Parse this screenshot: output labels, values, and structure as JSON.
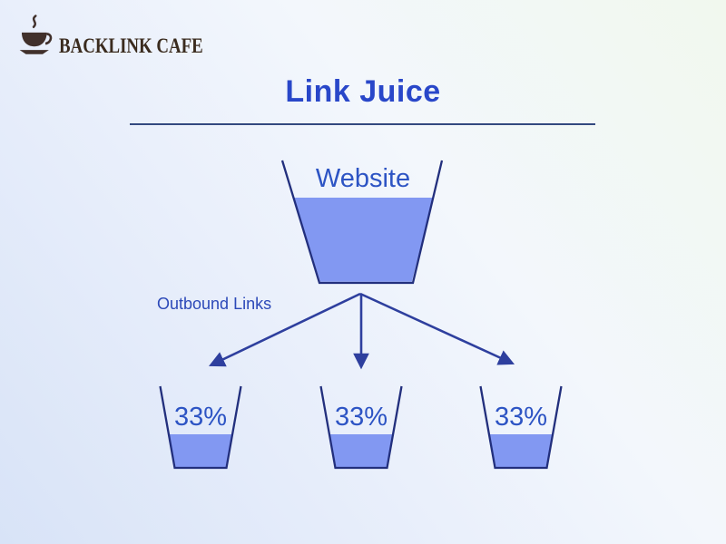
{
  "brand": {
    "name": "BACKLINK CAFE"
  },
  "title": {
    "text": "Link Juice"
  },
  "diagram": {
    "source_cup": {
      "label": "Website",
      "fill_percent": 70
    },
    "outbound_label": "Outbound Links",
    "target_cups": [
      {
        "label": "33%",
        "fill_percent": 40
      },
      {
        "label": "33%",
        "fill_percent": 40
      },
      {
        "label": "33%",
        "fill_percent": 40
      }
    ],
    "colors": {
      "juice_fill": "#8298f2",
      "cup_outline": "#222f7d",
      "arrow": "#2e3f9e",
      "label_text": "#2d54c4",
      "title_text": "#2947c9",
      "outbound_text": "#2c49b8",
      "underline": "#33497f",
      "brand_brown": "#3a2b1e"
    }
  }
}
